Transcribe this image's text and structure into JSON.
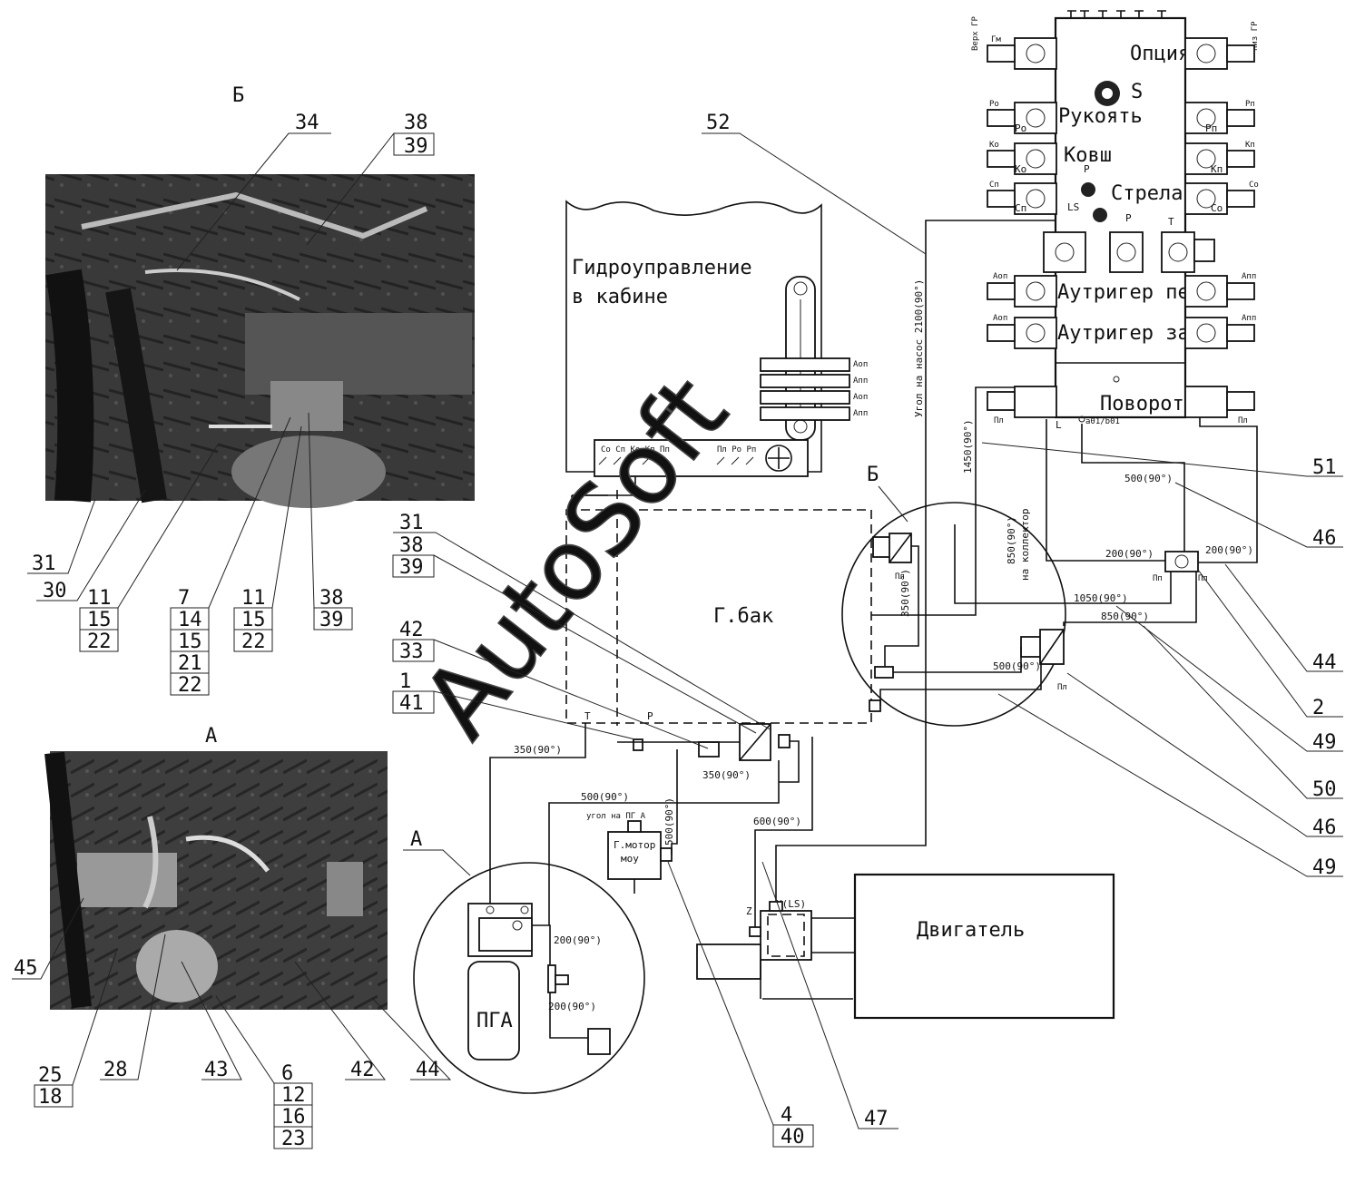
{
  "views": {
    "view_b": "Б",
    "view_a": "А",
    "callout_a": "А",
    "callout_b": "Б"
  },
  "blocks": {
    "cabin_line1": "Гидроуправление",
    "cabin_line2": "в кабине",
    "tank": "Г.бак",
    "engine": "Двигатель",
    "pga": "ПГА",
    "motor_line1": "Г.мотор",
    "motor_line2": "моу"
  },
  "valve_sections": [
    {
      "name": "Опция",
      "left": "Гм",
      "right": ""
    },
    {
      "name": "Рукоять",
      "left": "Ро",
      "right": "Рп",
      "left_outer": "Ро",
      "right_outer": "Рп"
    },
    {
      "name": "Ковш",
      "left": "Ко",
      "right": "Кп",
      "left_outer": "Ко",
      "right_outer": "Кп"
    },
    {
      "name": "Стрела",
      "left": "Сп",
      "right": "Со",
      "left_outer": "Сп",
      "right_outer": "Со"
    },
    {
      "name": "Аутригер пер",
      "left": "",
      "right": "",
      "left_outer": "Аоп",
      "right_outer": "Апп"
    },
    {
      "name": "Аутригер зад",
      "left": "",
      "right": "",
      "left_outer": "Аоп",
      "right_outer": "Апп"
    },
    {
      "name": "Поворот",
      "left": "",
      "right": "",
      "left_outer": "Пл",
      "right_outer": "Пл"
    }
  ],
  "valve_misc": {
    "top_left_vertical": "Верх ГР",
    "top_right_vertical": "низ ГР",
    "s": "S",
    "p1": "P",
    "ls": "LS",
    "p2": "P",
    "t": "T",
    "l": "L",
    "a01b01": "a01/b01"
  },
  "cab_ports": {
    "left": "Со Сп Ко Кп Пп",
    "right": "Пл Ро Рп",
    "side": [
      "Аоп",
      "Апп",
      "Аоп",
      "Апп"
    ]
  },
  "port_labels": {
    "tank_t": "T",
    "tank_p": "P",
    "z": "Z",
    "xls": "X(LS)",
    "pl_b": "Пл",
    "pp_1": "Пп",
    "pl_1": "Пл",
    "pl_2": "Пл"
  },
  "dimensions": {
    "d2100": "Угол на насос 2100(90°)",
    "d1450": "1450(90°)",
    "d850k": "850(90°)",
    "d850k2": "на коллектор",
    "d350b": "350(90°)",
    "d500a": "500(90°)",
    "d200a": "200(90°)",
    "d200b": "200(90°)",
    "d1050": "1050(90°)",
    "d850": "850(90°)",
    "d500b": "500(90°)",
    "d350a": "350(90°)",
    "d350c": "350(90°)",
    "d500c": "500(90°)",
    "d500c2": "угол на ПГ А",
    "d500d": "500(90°)",
    "d600": "600(90°)",
    "d200c": "200(90°)",
    "d200d": "200(90°)"
  },
  "callouts": {
    "c34": "34",
    "c38": "38",
    "c39": "39",
    "c52": "52",
    "c31a": "31",
    "c30": "30",
    "c11a": "11",
    "c15a": "15",
    "c22a": "22",
    "c7": "7",
    "c14": "14",
    "c15b": "15",
    "c21": "21",
    "c22b": "22",
    "c11b": "11",
    "c15c": "15",
    "c22c": "22",
    "c38b": "38",
    "c39b": "39",
    "c31b": "31",
    "c38c": "38",
    "c39c": "39",
    "c42": "42",
    "c33": "33",
    "c1": "1",
    "c41": "41",
    "c_a": "А",
    "c45": "45",
    "c25": "25",
    "c18": "18",
    "c28": "28",
    "c43": "43",
    "c6": "6",
    "c12": "12",
    "c16": "16",
    "c23": "23",
    "c42b": "42",
    "c44b": "44",
    "c4": "4",
    "c40": "40",
    "c47": "47",
    "c51": "51",
    "c46a": "46",
    "c44": "44",
    "c2": "2",
    "c49a": "49",
    "c50": "50",
    "c46b": "46",
    "c49b": "49"
  },
  "watermark": "AutoSoft"
}
